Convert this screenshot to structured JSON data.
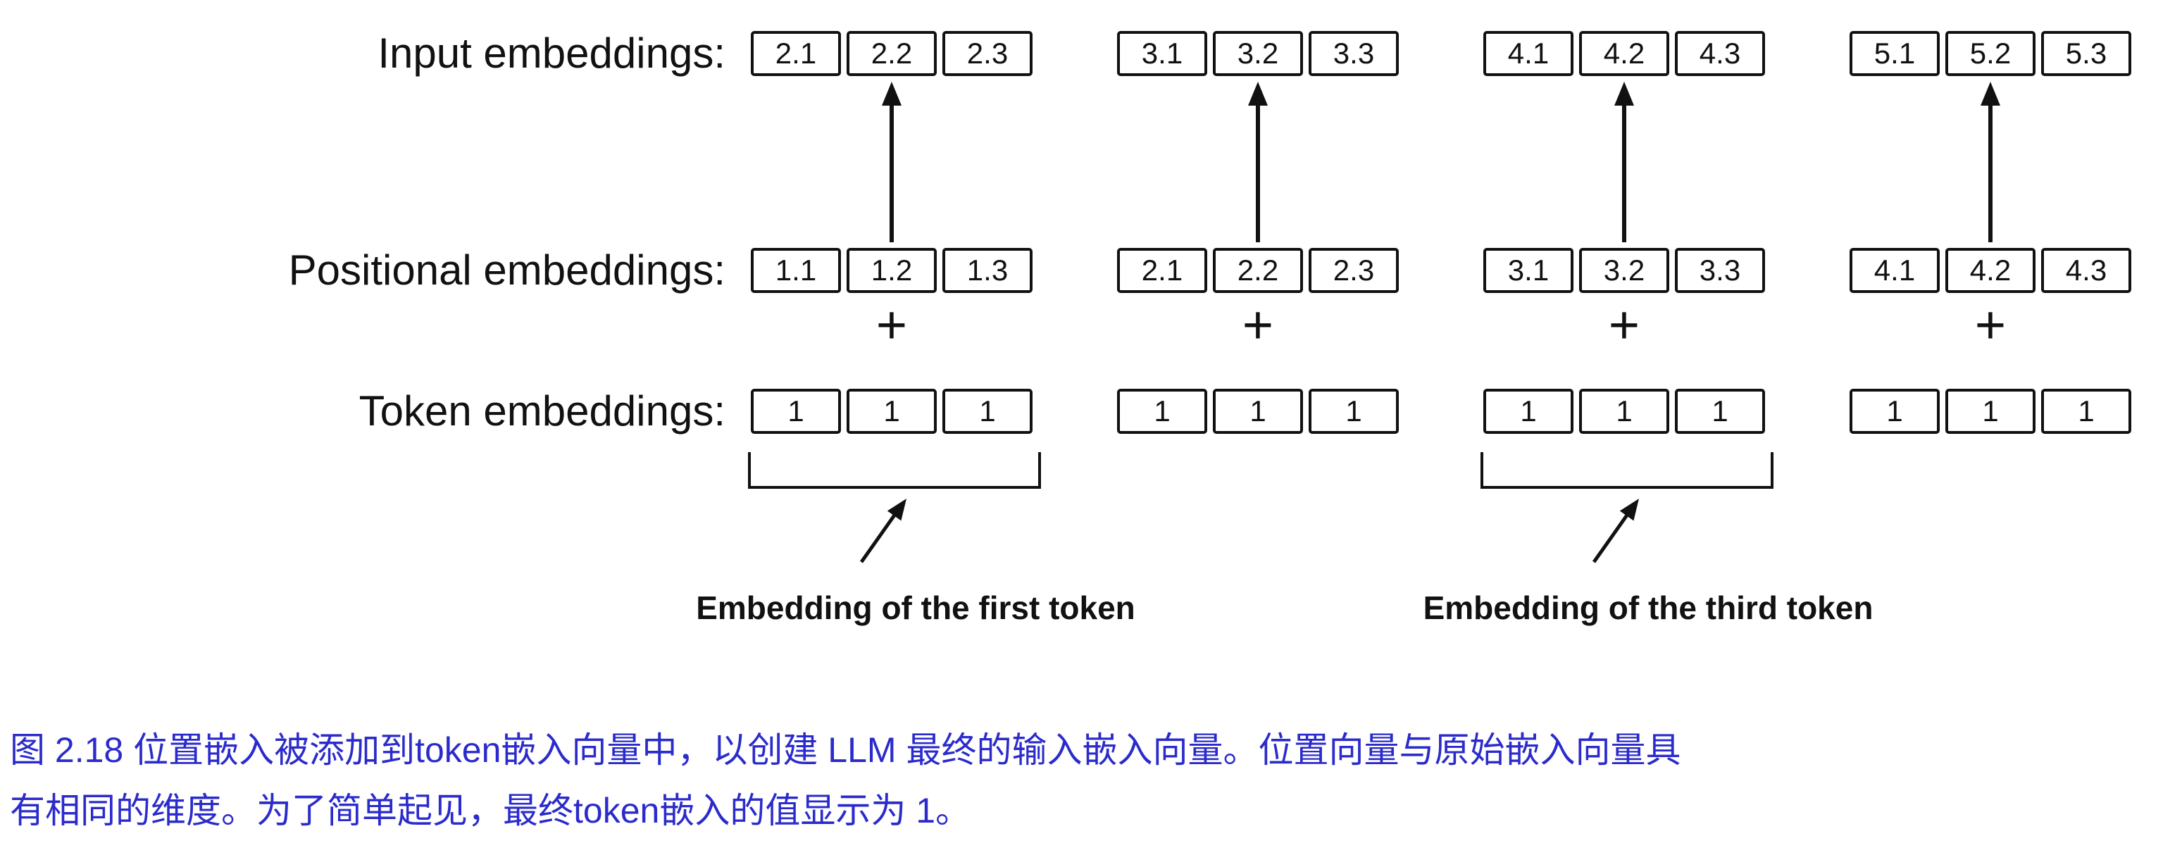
{
  "figure": {
    "row_labels": [
      "Input embeddings:",
      "Positional embeddings:",
      "Token embeddings:"
    ],
    "input_groups": [
      [
        "2.1",
        "2.2",
        "2.3"
      ],
      [
        "3.1",
        "3.2",
        "3.3"
      ],
      [
        "4.1",
        "4.2",
        "4.3"
      ],
      [
        "5.1",
        "5.2",
        "5.3"
      ]
    ],
    "positional_groups": [
      [
        "1.1",
        "1.2",
        "1.3"
      ],
      [
        "2.1",
        "2.2",
        "2.3"
      ],
      [
        "3.1",
        "3.2",
        "3.3"
      ],
      [
        "4.1",
        "4.2",
        "4.3"
      ]
    ],
    "token_groups": [
      [
        "1",
        "1",
        "1"
      ],
      [
        "1",
        "1",
        "1"
      ],
      [
        "1",
        "1",
        "1"
      ],
      [
        "1",
        "1",
        "1"
      ]
    ],
    "plus": "+",
    "annotations": [
      "Embedding of the first token",
      "Embedding of the third token"
    ]
  },
  "caption": {
    "lines": [
      "图 2.18 位置嵌入被添加到token嵌入向量中，以创建 LLM 最终的输入嵌入向量。位置向量与原始嵌入向量具",
      "有相同的维度。为了简单起见，最终token嵌入的值显示为 1。"
    ],
    "color": "#2b2bcc",
    "diagram_ink_color": "#111111"
  }
}
